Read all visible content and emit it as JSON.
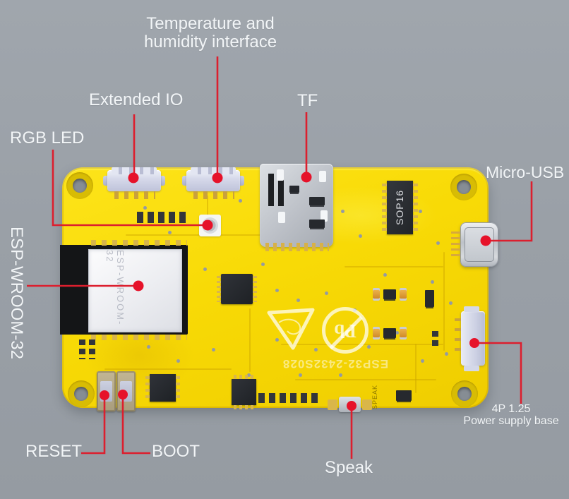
{
  "colors": {
    "background": "#9aa0a7",
    "board_yellow": "#f8da06",
    "leader_red": "#dc1f2e",
    "dot_red": "#e6122a",
    "label_text": "#f2f5f7",
    "connector_lavender": "#cdd1e4",
    "metal_silver": "#bcc0c7"
  },
  "annotations": {
    "temp_humidity": {
      "label": "Temperature and\nhumidity interface"
    },
    "extended_io": {
      "label": "Extended IO"
    },
    "rgb_led": {
      "label": "RGB LED"
    },
    "tf": {
      "label": "TF"
    },
    "micro_usb": {
      "label": "Micro-USB"
    },
    "esp_wroom_32": {
      "label": "ESP-WROOM-32"
    },
    "reset": {
      "label": "RESET"
    },
    "boot": {
      "label": "BOOT"
    },
    "speak": {
      "label": "Speak"
    },
    "power_supply": {
      "label": "4P 1.25\nPower supply base"
    }
  },
  "board_silkscreen": {
    "module": "ESP-WROOM-32",
    "sop16": "SOP16",
    "model": "ESP32-2432S028",
    "speak": "SPEAK",
    "pb_free": "Pb"
  }
}
